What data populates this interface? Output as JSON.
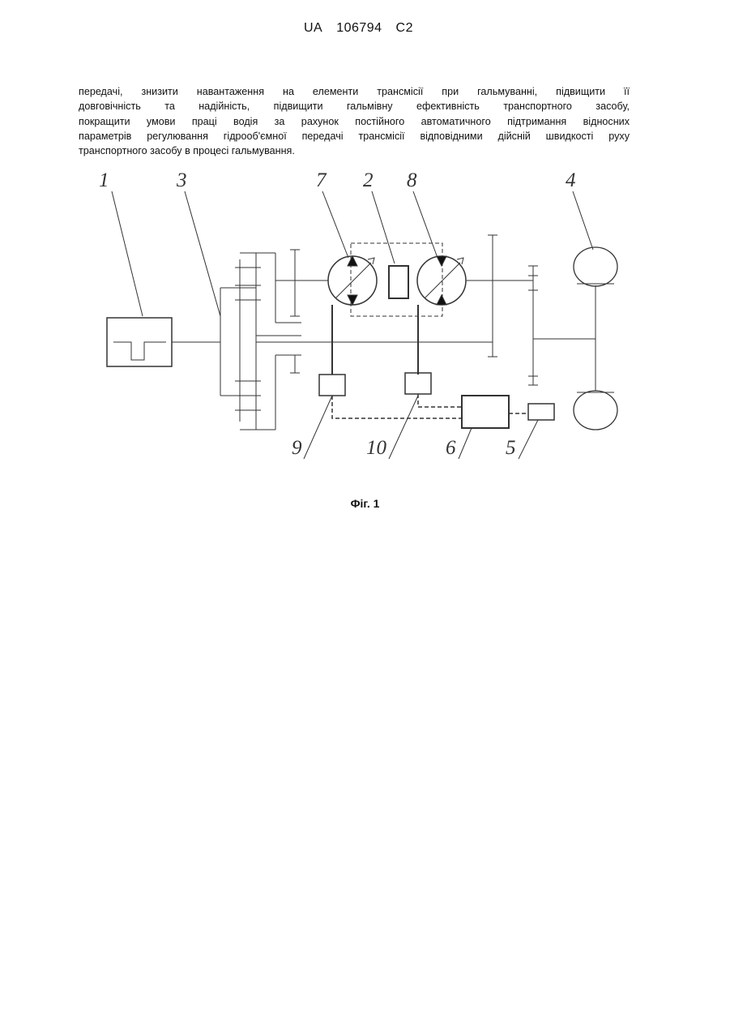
{
  "header": {
    "country": "UA",
    "number": "106794",
    "kind": "C2"
  },
  "paragraph": [
    "передачі, знизити навантаження на елементи трансмісії при гальмуванні, підвищити її",
    "довговічність та надійність, підвищити гальмівну ефективність транспортного засобу,",
    "покращити умови праці водія за рахунок постійного автоматичного підтримання відносних",
    "параметрів регулювання гідрооб'ємної передачі трансмісії відповідними дійсній швидкості руху",
    "транспортного засобу в процесі гальмування."
  ],
  "figure": {
    "labels": {
      "l1": "1",
      "l2": "2",
      "l3": "3",
      "l4": "4",
      "l5": "5",
      "l6": "6",
      "l7": "7",
      "l8": "8",
      "l9": "9",
      "l10": "10"
    },
    "caption": "Фіг. 1"
  }
}
